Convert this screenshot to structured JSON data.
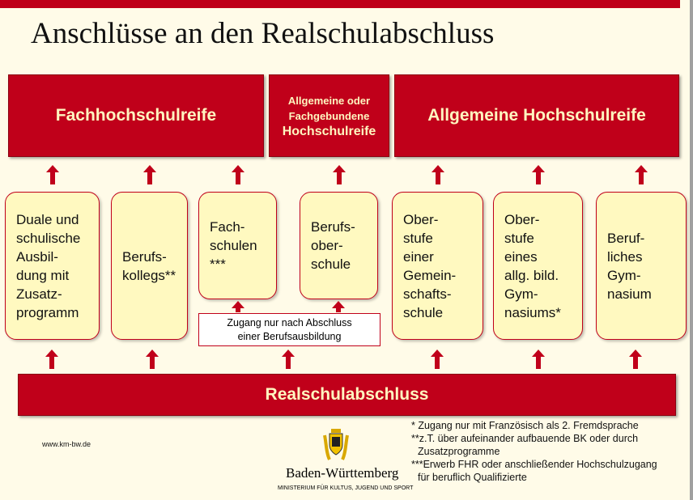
{
  "title": "Anschlüsse an den Realschulabschluss",
  "targets": {
    "fhr": "Fachhochschulreife",
    "mid_line1": "Allgemeine oder",
    "mid_line2": "Fachgebundene",
    "mid_line3": "Hochschulreife",
    "ahr": "Allgemeine Hochschulreife"
  },
  "schools": [
    {
      "lines": [
        "Duale und",
        "schulische",
        "Ausbil-",
        "dung mit",
        "Zusatz-",
        "programm"
      ]
    },
    {
      "lines": [
        "Berufs-",
        "kollegs**"
      ]
    },
    {
      "lines": [
        "Fach-",
        "schulen",
        "***"
      ]
    },
    {
      "lines": [
        "Berufs-",
        "ober-",
        "schule"
      ]
    },
    {
      "lines": [
        "Ober-",
        "stufe",
        "einer",
        "Gemein-",
        "schafts-",
        "schule"
      ]
    },
    {
      "lines": [
        "Ober-",
        "stufe",
        "eines",
        "allg. bild.",
        "Gym-",
        "nasiums*"
      ]
    },
    {
      "lines": [
        "Beruf-",
        "liches",
        "Gym-",
        "nasium"
      ]
    }
  ],
  "note": {
    "line1": "Zugang nur nach Abschluss",
    "line2": "einer Berufsausbildung"
  },
  "base": "Realschulabschluss",
  "footer": {
    "url": "www.km-bw.de",
    "logo_name": "Baden-Württemberg",
    "ministry": "MINISTERIUM FÜR KULTUS, JUGEND UND SPORT",
    "fn1": "* Zugang nur mit Französisch als 2. Fremdsprache",
    "fn2a": "**z.T. über aufeinander aufbauende BK oder durch",
    "fn2b": "Zusatzprogramme",
    "fn3a": "***Erwerb FHR oder anschließender Hochschulzugang",
    "fn3b": "für beruflich Qualifizierte"
  },
  "colors": {
    "red": "#c0001a",
    "box": "#fff9c0",
    "bg": "#fffbe8"
  }
}
